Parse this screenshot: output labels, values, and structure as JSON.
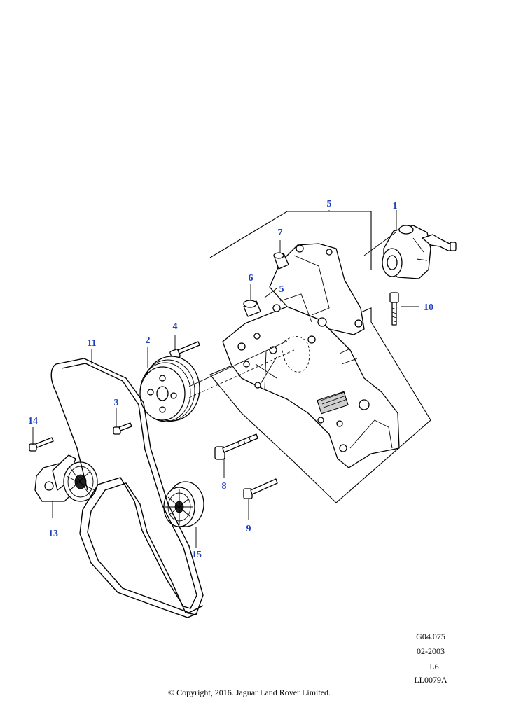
{
  "diagram": {
    "callouts": [
      "1",
      "2",
      "3",
      "4",
      "5",
      "5",
      "6",
      "7",
      "8",
      "9",
      "10",
      "11",
      "13",
      "14",
      "15"
    ],
    "callout_color": "#1f3fbf"
  },
  "meta": {
    "ref": "G04.075",
    "date": "02-2003",
    "engine": "L6",
    "illustration": "LL0079A",
    "copyright": "© Copyright, 2016. Jaguar Land Rover Limited."
  }
}
